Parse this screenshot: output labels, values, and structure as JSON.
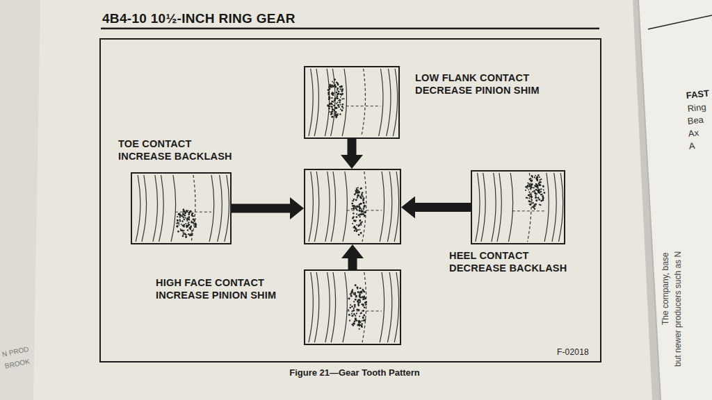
{
  "diagram": {
    "title": "4B4-10 10½-INCH RING GEAR",
    "caption": "Figure 21—Gear Tooth Pattern",
    "nodes": [
      {
        "text": [
          "F-02018"
        ]
      },
      {
        "text": [
          "LOW FLANK CONTACT DECREASE PINION SHIM"
        ],
        "in": 0
      },
      {
        "text": [
          "TOE CONTACT INCREASE BACKLASH"
        ],
        "in": 0
      },
      {
        "text": [],
        "in": 0
      },
      {
        "text": [
          "HEEL CONTACT DECREASE BACKLASH"
        ],
        "in": 0
      },
      {
        "text": [
          "HIGH FACE CONTACT INCREASE PINION SHIM"
        ],
        "in": 0
      }
    ],
    "edges": [
      {
        "from": 1,
        "to": 3,
        "arrow": "to"
      },
      {
        "from": 2,
        "to": 3,
        "arrow": "to"
      },
      {
        "from": 4,
        "to": 3,
        "arrow": "to"
      },
      {
        "from": 5,
        "to": 3,
        "arrow": "to"
      }
    ],
    "labels": [
      "FAST",
      "Ring",
      "Bea",
      "Ax",
      "A",
      "The company, base",
      "but newer producers such as N",
      "N PROD",
      "BROOK"
    ]
  }
}
